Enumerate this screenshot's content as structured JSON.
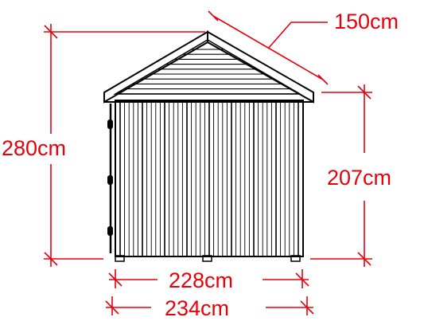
{
  "colors": {
    "dimension": "#e8000b",
    "outline": "#000000",
    "background": "#ffffff"
  },
  "dimensions": {
    "roof_slope": "150cm",
    "total_height": "280cm",
    "wall_height": "207cm",
    "base_width": "228cm",
    "overall_width": "234cm"
  }
}
